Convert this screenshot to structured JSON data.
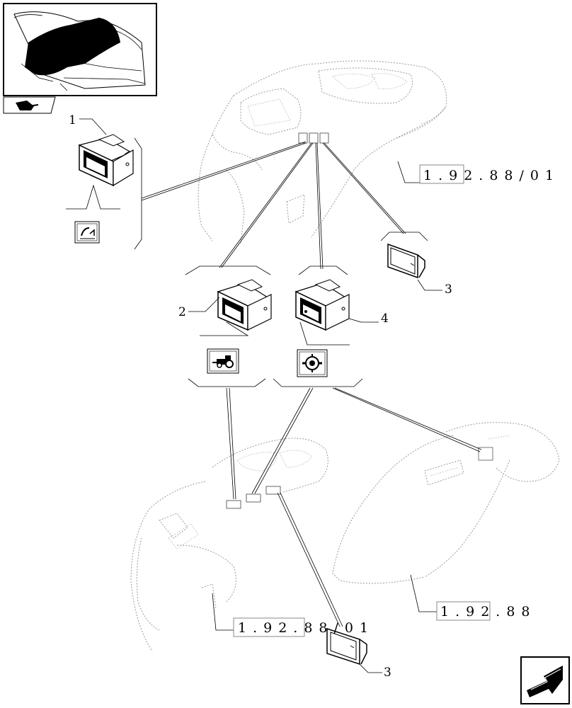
{
  "diagram": {
    "callouts": [
      "1",
      "2",
      "3",
      "4",
      "3"
    ],
    "references": {
      "top_right": "1.92.88/01",
      "bottom_left": "1.92.88/01",
      "bottom_right": "1.92.88"
    }
  },
  "icons": {
    "thumbnail": "tractor-cab-thumbnail",
    "section_badge": "tractor-section-icon",
    "switch_1_symbol": "lift-link-symbol-icon",
    "switch_2_symbol": "tractor-pto-symbol-icon",
    "switch_4_symbol": "differential-lock-symbol-icon",
    "next_page": "next-page-arrow-icon"
  }
}
